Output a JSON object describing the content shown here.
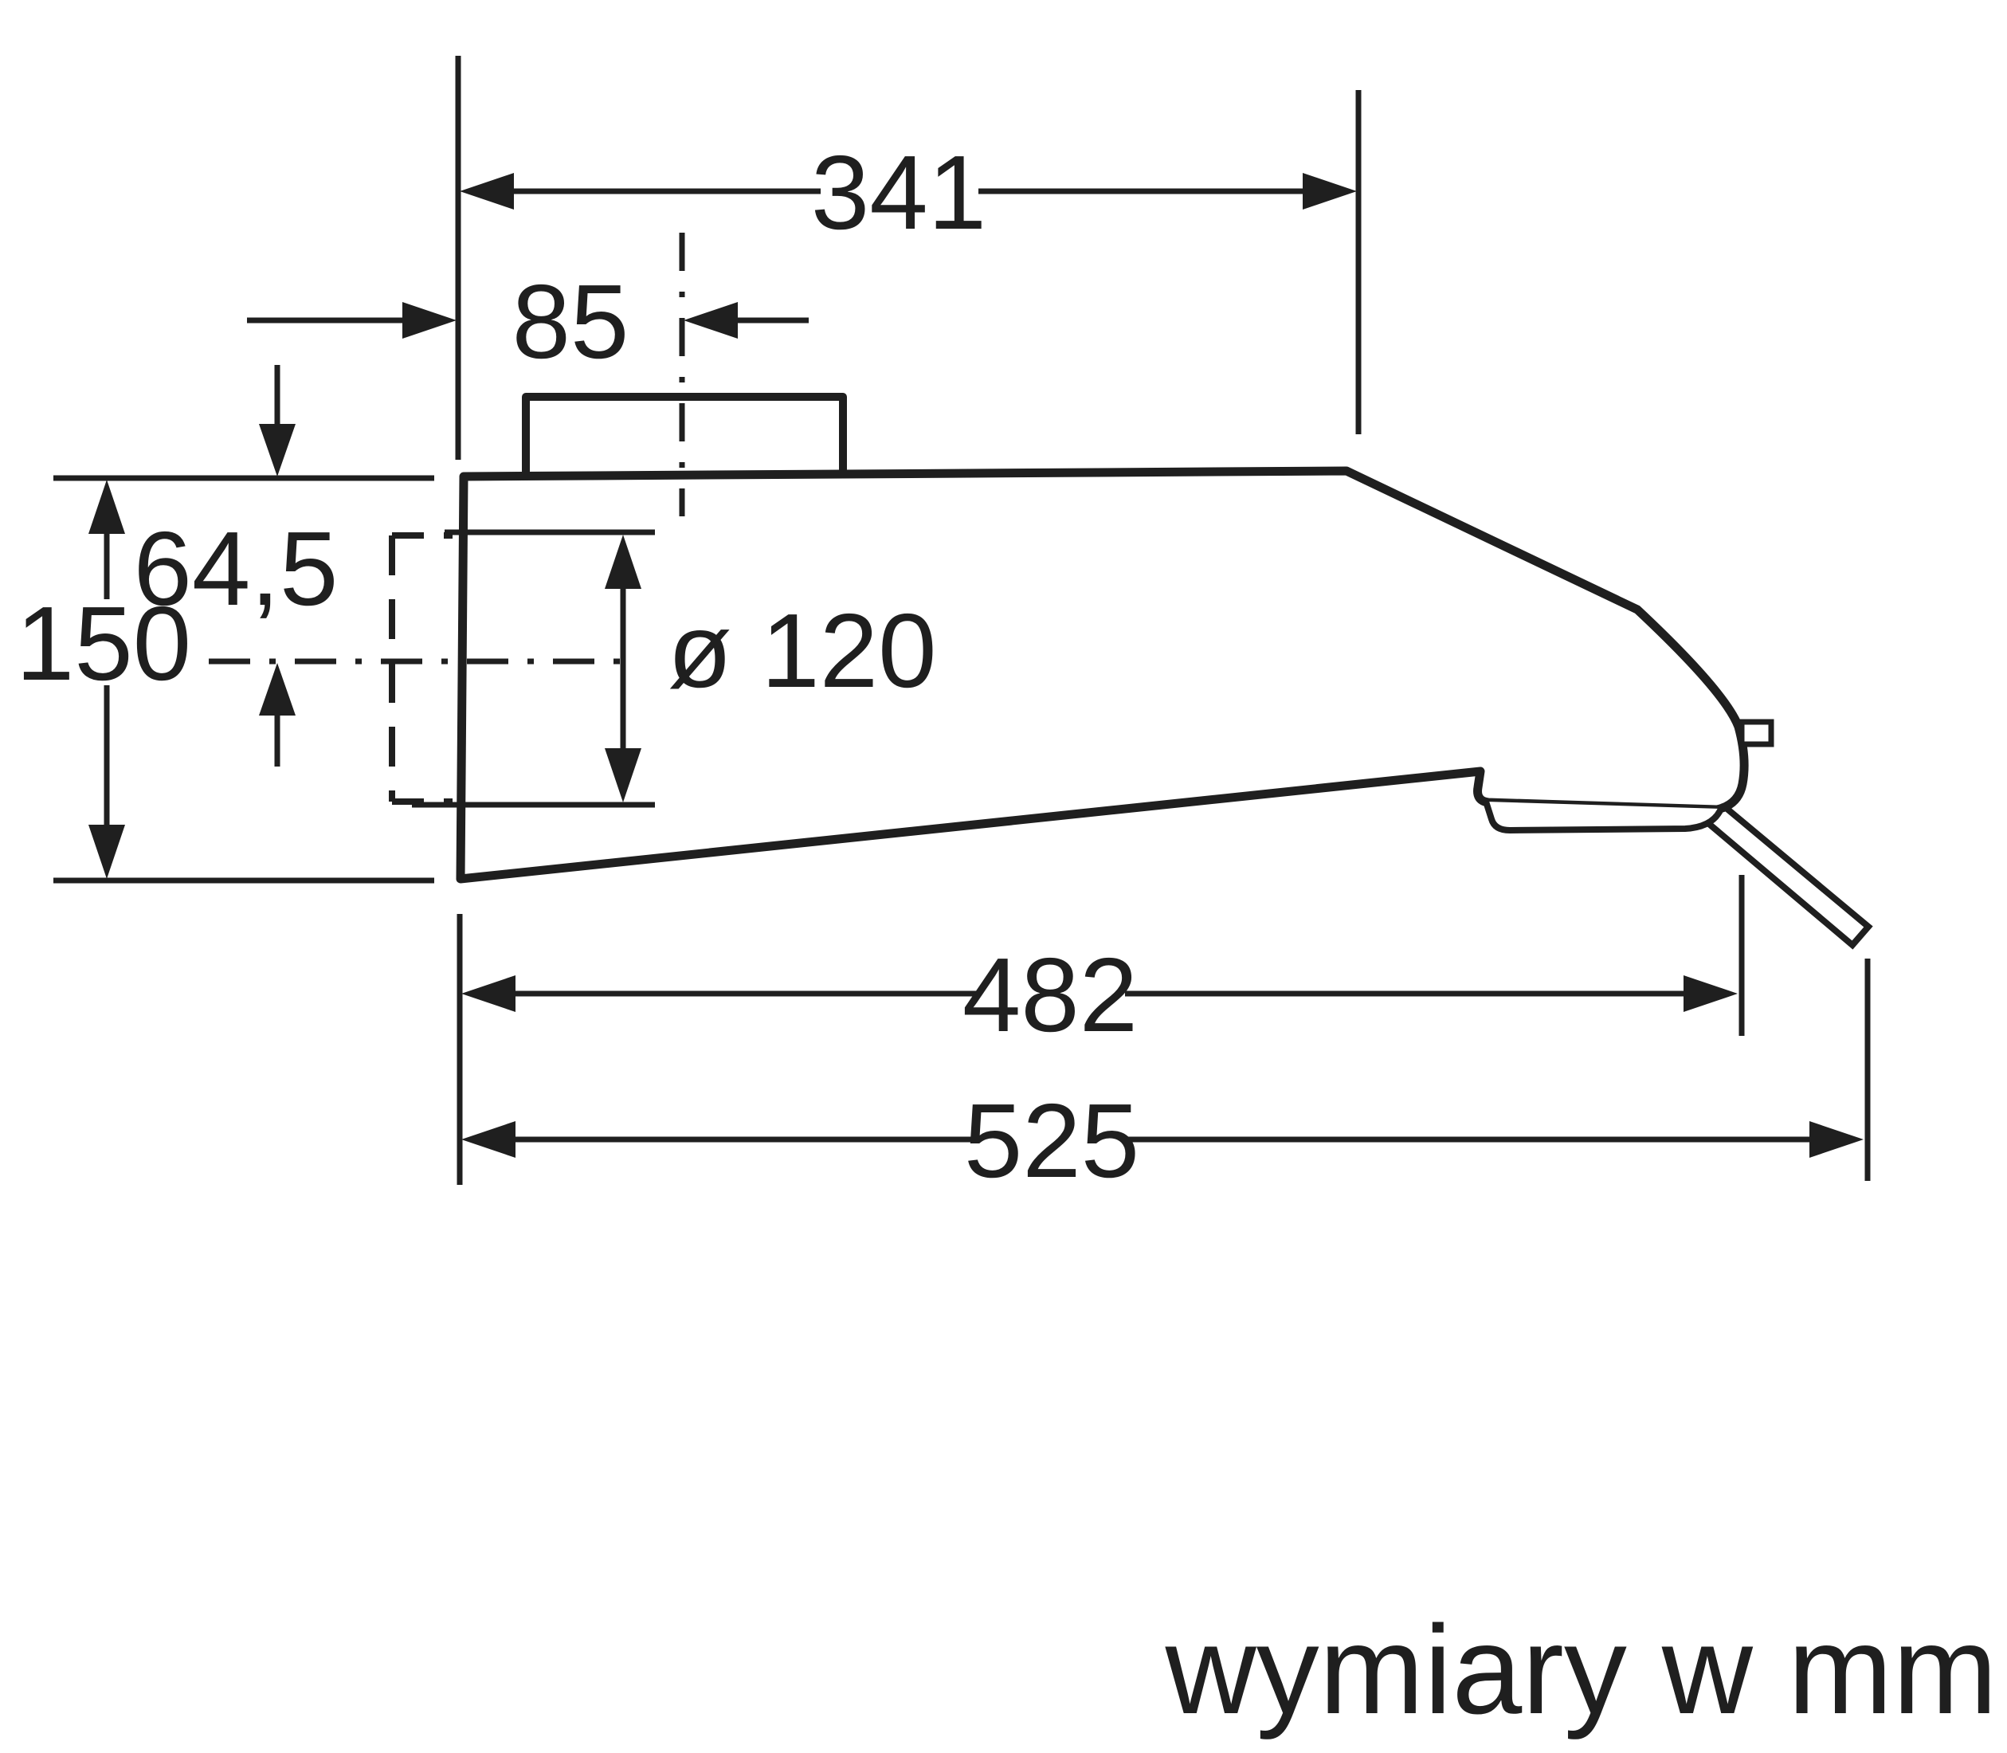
{
  "diagram": {
    "type": "technical-dimension-drawing",
    "subject": "cooker hood side profile",
    "note": "wymiary w mm",
    "dimensions": {
      "top_width": "341",
      "duct_offset": "85",
      "hole_center_offset": "64,5",
      "left_height": "150",
      "duct_diameter": "ø 120",
      "body_depth": "482",
      "total_depth": "525"
    },
    "colors": {
      "line": "#1f1f1f",
      "background": "#ffffff"
    }
  }
}
